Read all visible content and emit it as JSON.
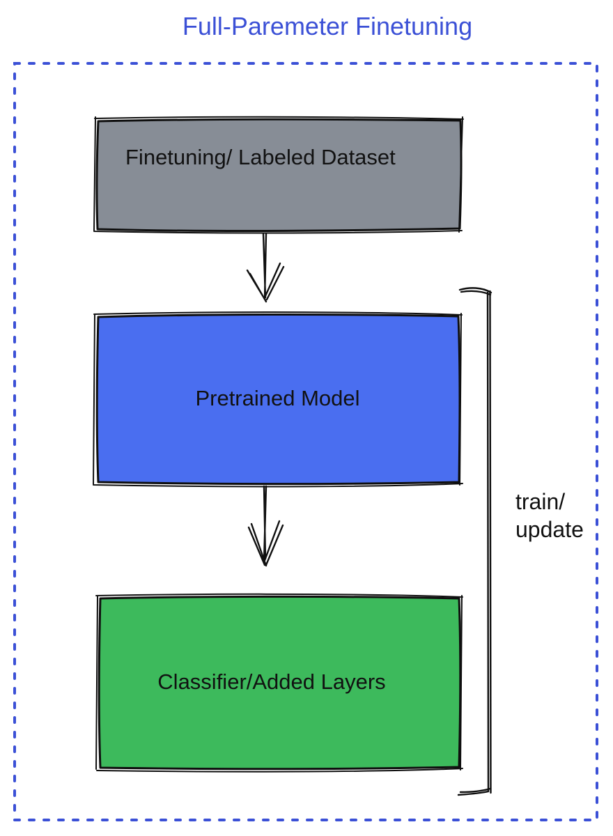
{
  "title": "Full-Paremeter Finetuning",
  "colors": {
    "accent": "#3b50d6",
    "dataset_fill": "#878d96",
    "pretrained_fill": "#4a6ef0",
    "classifier_fill": "#3dba5c",
    "stroke": "#0f0f0f",
    "label_text": "#111111"
  },
  "boxes": {
    "dataset": {
      "label": "Finetuning/ Labeled Dataset"
    },
    "pretrained": {
      "label": "Pretrained Model"
    },
    "classifier": {
      "label": "Classifier/Added Layers"
    }
  },
  "bracket": {
    "label_line1": "train/",
    "label_line2": "update"
  }
}
